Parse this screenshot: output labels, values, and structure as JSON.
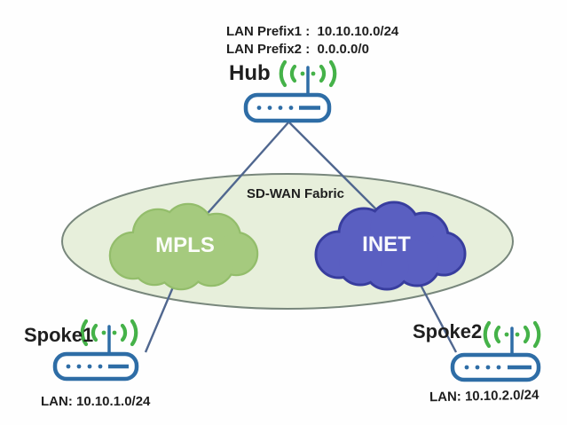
{
  "diagram": {
    "fabric": {
      "label": "SD-WAN Fabric",
      "clouds": [
        {
          "label": "MPLS"
        },
        {
          "label": "INET"
        }
      ]
    },
    "hub": {
      "label": "Hub",
      "lan_prefix1": "LAN Prefix1 :  10.10.10.0/24",
      "lan_prefix2": "LAN Prefix2 :  0.0.0.0/0"
    },
    "spoke1": {
      "label": "Spoke1",
      "lan": "LAN: 10.10.1.0/24"
    },
    "spoke2": {
      "label": "Spoke2",
      "lan": "LAN: 10.10.2.0/24"
    },
    "links": [
      {
        "from": "Hub",
        "to": "MPLS"
      },
      {
        "from": "Hub",
        "to": "INET"
      },
      {
        "from": "MPLS",
        "to": "Spoke1"
      },
      {
        "from": "INET",
        "to": "Spoke2"
      }
    ]
  },
  "colors": {
    "router_blue": "#2e6da6",
    "antenna_green": "#45b249",
    "mpls_fill": "#a5ca7e",
    "mpls_edge": "#93bd6b",
    "inet_fill": "#5a5fc1",
    "inet_edge": "#383d9e",
    "fabric_fill": "#e7efdb",
    "fabric_stroke": "#78877c",
    "link_line": "#50678f",
    "text": "#1f1f1f"
  }
}
